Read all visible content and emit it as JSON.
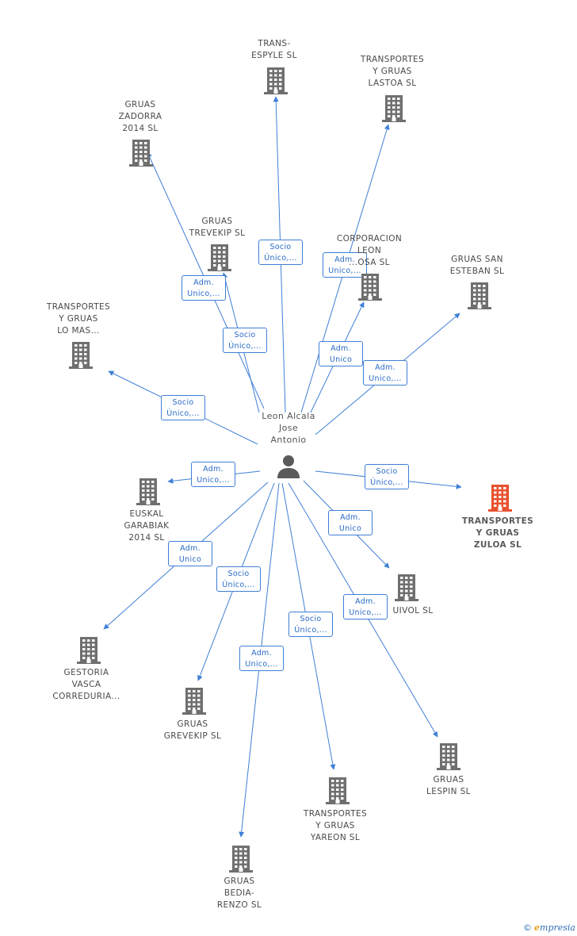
{
  "colors": {
    "line": "#3f7fd6",
    "building": "#6f6f6f",
    "building_highlight": "#e8512f",
    "person": "#5a5a5a"
  },
  "center": {
    "name": "Leon Alcala\nJose\nAntonio",
    "icon": "person-icon"
  },
  "companies": [
    {
      "id": "trans-espyle",
      "name": "TRANS-\nESPYLE  SL"
    },
    {
      "id": "transportes-lastoa",
      "name": "TRANSPORTES\nY GRUAS\nLASTOA  SL"
    },
    {
      "id": "gruas-zadorra",
      "name": "GRUAS\nZADORRA\n2014  SL"
    },
    {
      "id": "gruas-trevekip",
      "name": "GRUAS\nTREVEKIP  SL"
    },
    {
      "id": "corporacion-leon",
      "name": "CORPORACION\nLEON\n...OSA SL"
    },
    {
      "id": "gruas-san-esteban",
      "name": "GRUAS SAN\nESTEBAN  SL"
    },
    {
      "id": "transportes-lo-mas",
      "name": "TRANSPORTES\nY GRUAS\nLO MAS..."
    },
    {
      "id": "euskal-garabiak",
      "name": "EUSKAL\nGARABIAK\n2014  SL"
    },
    {
      "id": "transportes-zuloa",
      "name": "TRANSPORTES\nY GRUAS\nZULOA  SL",
      "highlight": true
    },
    {
      "id": "uivol",
      "name": "UIVOL SL"
    },
    {
      "id": "gestoria-vasca",
      "name": "GESTORIA\nVASCA\nCORREDURIA..."
    },
    {
      "id": "gruas-grevekip",
      "name": "GRUAS\nGREVEKIP  SL"
    },
    {
      "id": "gruas-lespin",
      "name": "GRUAS\nLESPIN  SL"
    },
    {
      "id": "transportes-yareon",
      "name": "TRANSPORTES\nY GRUAS\nYAREON  SL"
    },
    {
      "id": "gruas-bedia-renzo",
      "name": "GRUAS\nBEDIA-\nRENZO  SL"
    }
  ],
  "relations": [
    {
      "id": "r1",
      "text": "Socio\nÚnico,..."
    },
    {
      "id": "r2",
      "text": "Adm.\nUnico,..."
    },
    {
      "id": "r3",
      "text": "Adm.\nUnico,..."
    },
    {
      "id": "r4",
      "text": "Socio\nÚnico,..."
    },
    {
      "id": "r5",
      "text": "Adm.\nUnico"
    },
    {
      "id": "r6",
      "text": "Adm.\nUnico,..."
    },
    {
      "id": "r7",
      "text": "Socio\nÚnico,..."
    },
    {
      "id": "r8",
      "text": "Adm.\nUnico,..."
    },
    {
      "id": "r9",
      "text": "Socio\nÚnico,..."
    },
    {
      "id": "r10",
      "text": "Adm.\nUnico"
    },
    {
      "id": "r11",
      "text": "Adm.\nUnico"
    },
    {
      "id": "r12",
      "text": "Socio\nÚnico,..."
    },
    {
      "id": "r13",
      "text": "Adm.\nUnico,..."
    },
    {
      "id": "r14",
      "text": "Socio\nÚnico,..."
    },
    {
      "id": "r15",
      "text": "Adm.\nUnico,..."
    }
  ],
  "brand": {
    "copyright": "©",
    "e": "e",
    "name": "mpresia"
  }
}
